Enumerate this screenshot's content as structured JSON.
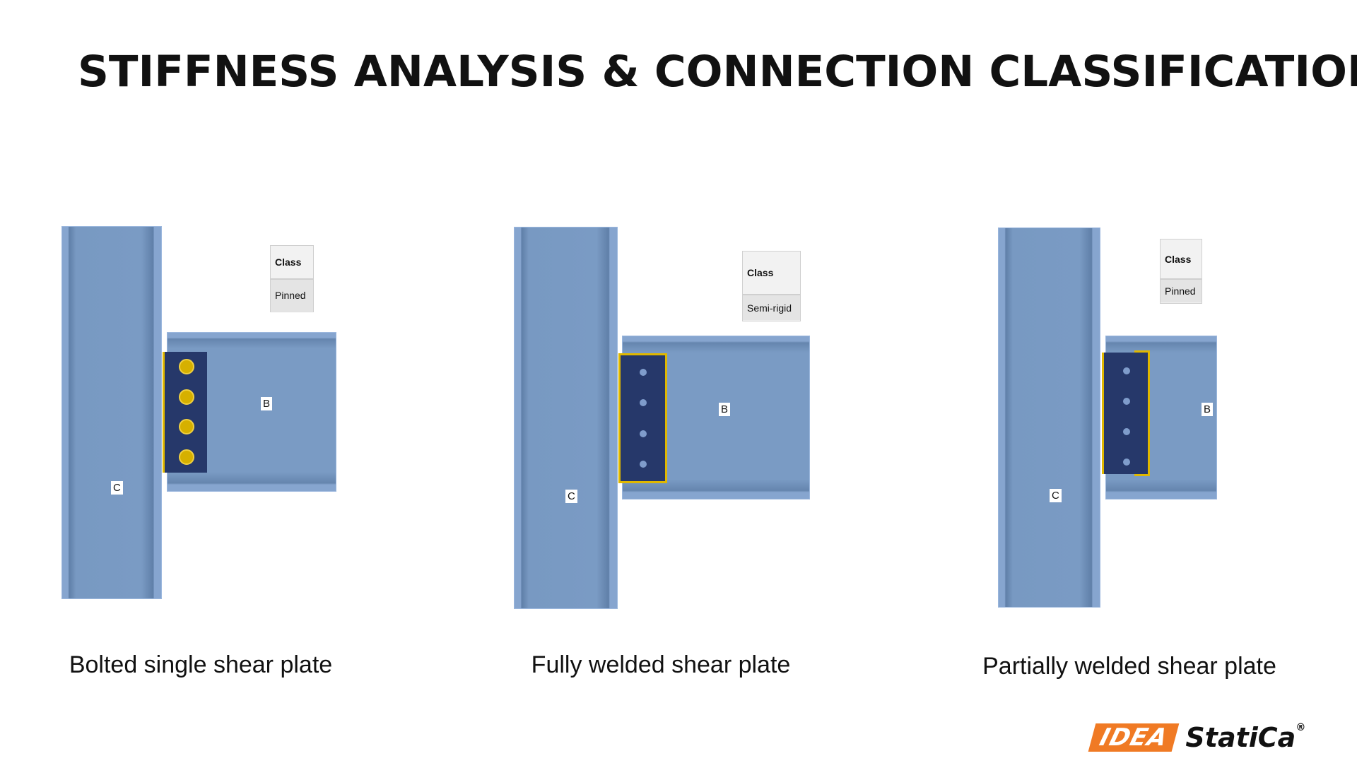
{
  "title": "STIFFNESS ANALYSIS & CONNECTION CLASSIFICATION",
  "panels": [
    {
      "caption": "Bolted single shear plate",
      "class_header": "Class",
      "class_value": "Pinned",
      "column_label": "C",
      "beam_label": "B",
      "fastener": "bolts",
      "bolt_count": 4
    },
    {
      "caption": "Fully welded shear plate",
      "class_header": "Class",
      "class_value": "Semi-rigid",
      "column_label": "C",
      "beam_label": "B",
      "fastener": "welds",
      "bolt_count": 4
    },
    {
      "caption": "Partially welded shear plate",
      "class_header": "Class",
      "class_value": "Pinned",
      "column_label": "C",
      "beam_label": "B",
      "fastener": "partial-welds",
      "bolt_count": 4
    }
  ],
  "logo": {
    "brand": "IDEA",
    "product": "StatiCa",
    "mark": "®"
  },
  "colors": {
    "steel": "#7a9bc4",
    "plate": "#26386a",
    "weld": "#e0b800",
    "brand": "#f07a24"
  }
}
